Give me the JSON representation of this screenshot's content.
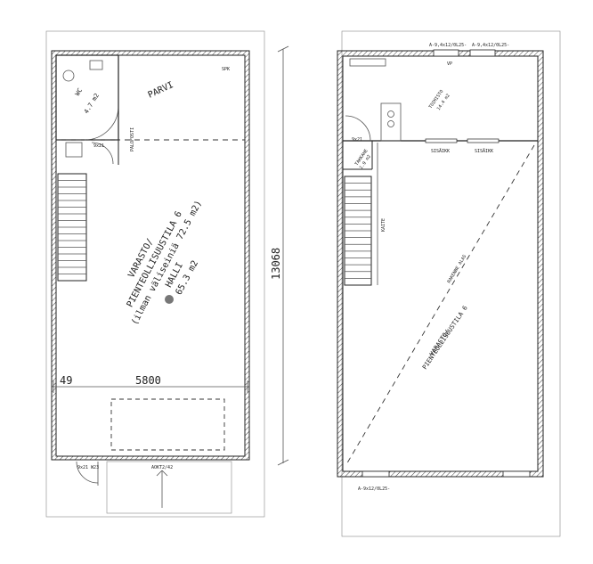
{
  "left_plan": {
    "wc_label": "WC",
    "wc_area": "4.7 m2",
    "parvi_label": "PARVI",
    "spk_label": "SPK",
    "palofosti_label": "PALOFOSTI",
    "door_small_1": "9x21",
    "warehouse_line1": "VARASTO/",
    "warehouse_line2": "PIENTEOLLISUUSTILA 6",
    "warehouse_line3": "(ilman väliseiniä 72.5 m2)",
    "warehouse_line4": "HALLI",
    "warehouse_line5": "65.3 m2",
    "dim_total": "13068",
    "dim_small": "49",
    "dim_width": "5800",
    "door_bottom_left": "9x21 W23",
    "door_bottom_right": "AOKT2/42"
  },
  "right_plan": {
    "top_window_left": "A-9,4x12/0L25-",
    "top_window_right": "A-9,4x12/0L25-",
    "vp_label": "VP",
    "office_label": "TOIMISTO",
    "office_area": "14.4 m2",
    "door_small": "9x21",
    "stair_room_label": "TAKKAHE",
    "stair_room_area": "1.9 m2",
    "window_mid_1": "SISÄIKK",
    "window_mid_2": "SISÄIKK",
    "stair_text": "KAITE",
    "diag_text": "RAKENNE ALAS",
    "warehouse_line1": "VARASTO/",
    "warehouse_line2": "PIENTEOLLISUUSTILA 6",
    "bottom_window": "A-9x12/0L25-"
  }
}
